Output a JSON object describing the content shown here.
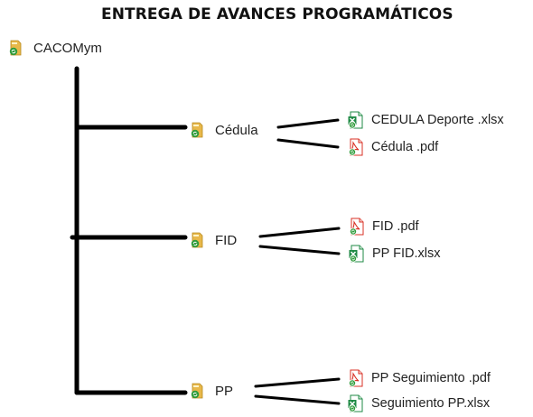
{
  "title": "ENTREGA DE AVANCES PROGRAMÁTICOS",
  "root": {
    "label": "CACOMym",
    "icon": "shared-folder-icon"
  },
  "folders": [
    {
      "label": "Cédula",
      "icon": "shared-folder-icon",
      "files": [
        {
          "label": "CEDULA Deporte .xlsx",
          "icon": "excel-file-icon"
        },
        {
          "label": "Cédula  .pdf",
          "icon": "pdf-file-icon"
        }
      ]
    },
    {
      "label": "FID",
      "icon": "shared-folder-icon",
      "files": [
        {
          "label": "FID .pdf",
          "icon": "pdf-file-icon"
        },
        {
          "label": "PP FID.xlsx",
          "icon": "excel-file-icon"
        }
      ]
    },
    {
      "label": "PP",
      "icon": "shared-folder-icon",
      "files": [
        {
          "label": "PP Seguimiento .pdf",
          "icon": "pdf-file-icon"
        },
        {
          "label": "Seguimiento PP.xlsx",
          "icon": "excel-file-icon"
        }
      ]
    }
  ],
  "colors": {
    "folder": "#e8b84a",
    "sync_badge": "#2e9b3a",
    "excel": "#1f8a45",
    "pdf": "#d93025",
    "connector": "#000000"
  }
}
